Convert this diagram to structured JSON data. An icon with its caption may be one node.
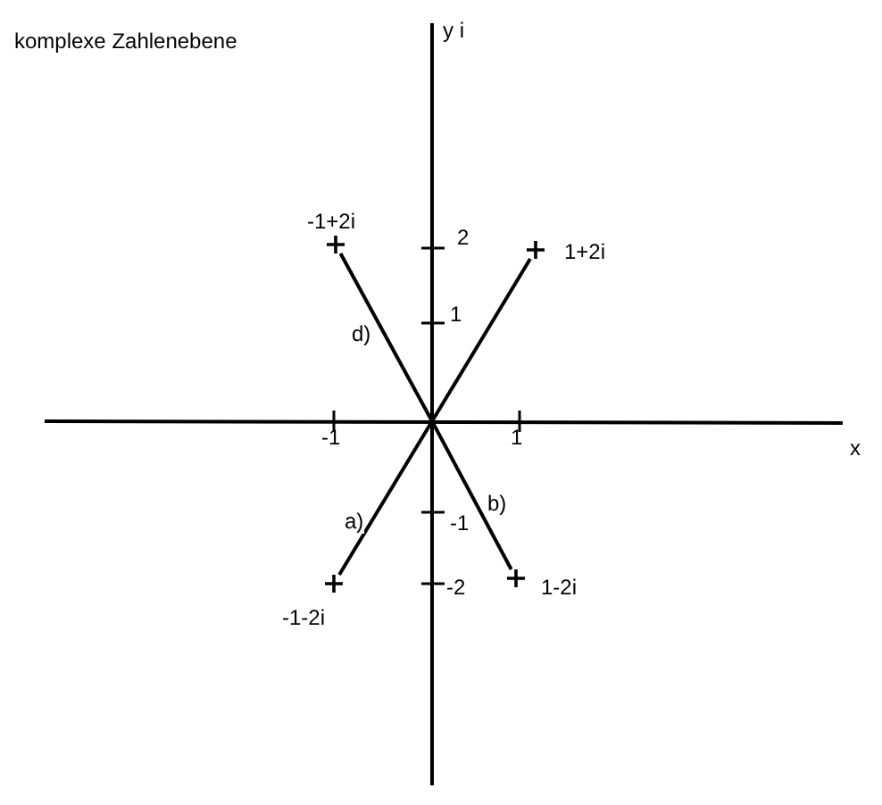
{
  "diagram": {
    "title": "komplexe Zahlenebene",
    "nodes": [
      {
        "text": [],
        "shape": "cross",
        "beside": [
          "-1+2i"
        ]
      },
      {
        "text": [],
        "shape": "cross",
        "beside": [
          "1+2i"
        ]
      },
      {
        "text": [],
        "shape": "cross",
        "beside": [
          "1-2i"
        ]
      },
      {
        "text": [],
        "shape": "cross",
        "beside": [
          "-1-2i"
        ]
      }
    ],
    "edges": [
      {
        "from": null,
        "to": 0,
        "arrow": "none",
        "label": "d)"
      },
      {
        "from": null,
        "to": 1,
        "arrow": "none"
      },
      {
        "from": null,
        "to": 2,
        "arrow": "none",
        "label": "b)"
      },
      {
        "from": null,
        "to": 3,
        "arrow": "none",
        "label": "a)"
      }
    ],
    "labels": [
      "y i",
      "2",
      "1",
      "-1",
      "1",
      "x",
      "-1",
      "-2"
    ]
  }
}
